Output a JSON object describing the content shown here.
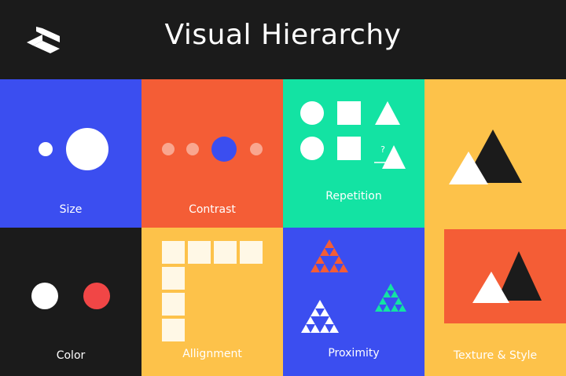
{
  "header": {
    "title": "Visual Hierarchy"
  },
  "colors": {
    "black": "#1b1b1b",
    "blue": "#3b4ef0",
    "orange": "#f45d36",
    "green": "#13e3a3",
    "yellow": "#fdc24a",
    "red": "#f14646",
    "white": "#ffffff"
  },
  "tiles": {
    "size": {
      "label": "Size"
    },
    "contrast": {
      "label": "Contrast"
    },
    "repetition": {
      "label": "Repetition",
      "question_mark": "?"
    },
    "texture_top": {
      "label": ""
    },
    "color": {
      "label": "Color"
    },
    "alignment": {
      "label": "Allignment"
    },
    "proximity": {
      "label": "Proximity"
    },
    "texture_style": {
      "label": "Texture & Style"
    }
  }
}
